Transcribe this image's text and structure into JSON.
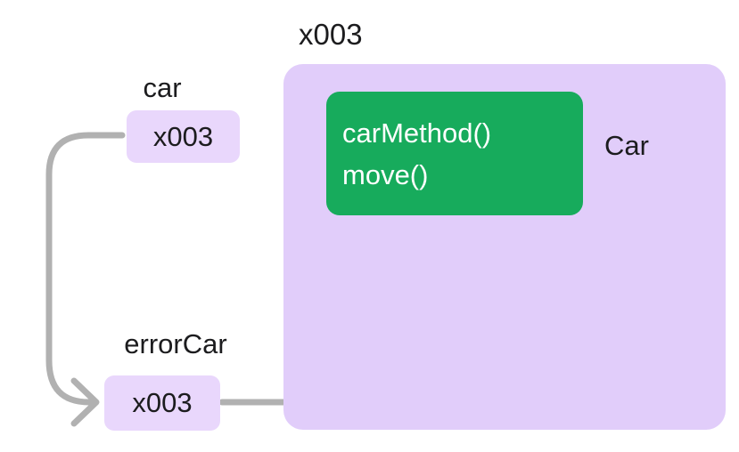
{
  "diagram": {
    "kind": "object-reference-memory-diagram",
    "variables": [
      {
        "name": "car",
        "value": "x003"
      },
      {
        "name": "errorCar",
        "value": "x003"
      }
    ],
    "heap_object": {
      "address": "x003",
      "class_name": "Car",
      "methods": [
        "carMethod()",
        "move()"
      ]
    },
    "arrows": [
      {
        "from": "car variable box",
        "to": "errorCar variable box"
      },
      {
        "from": "errorCar variable box",
        "to": "x003 heap object"
      }
    ],
    "colors": {
      "background": "#ffffff",
      "variable_box": "#e9d7fc",
      "heap_box": "#e1cdfa",
      "methods_box": "#17ab5c",
      "arrow": "#b1b1b1",
      "text": "#1c1c1e",
      "methods_text": "#ffffff"
    }
  }
}
